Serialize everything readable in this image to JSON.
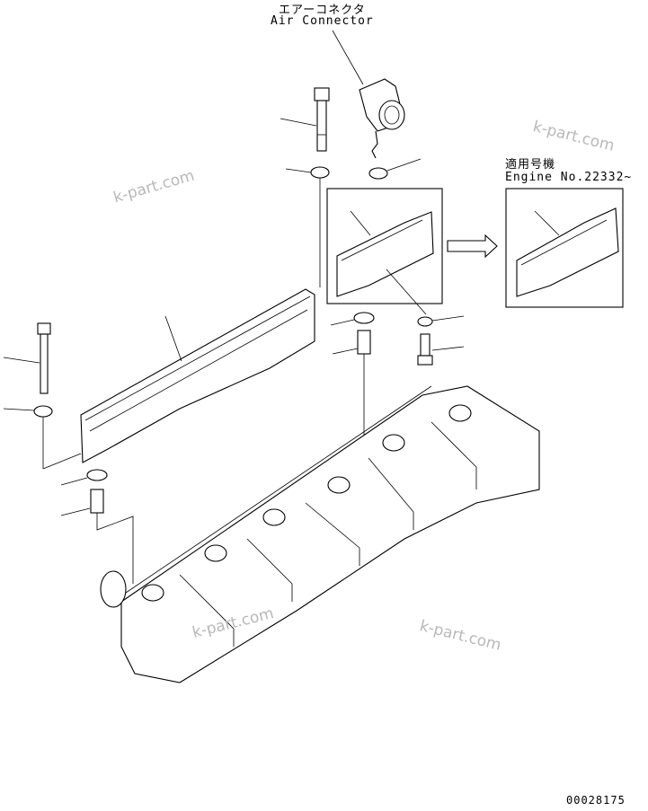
{
  "labels": {
    "air_connector_jp": "エアーコネクタ",
    "air_connector_en": "Air Connector",
    "applicable_jp": "適用号機",
    "engine_no": "Engine No.22332~"
  },
  "watermarks": [
    "k-part.com",
    "k-part.com",
    "k-part.com",
    "k-part.com"
  ],
  "figure_code": "00028175",
  "colors": {
    "line": "#000000",
    "watermark": "#b8b8b8",
    "background": "#ffffff"
  }
}
